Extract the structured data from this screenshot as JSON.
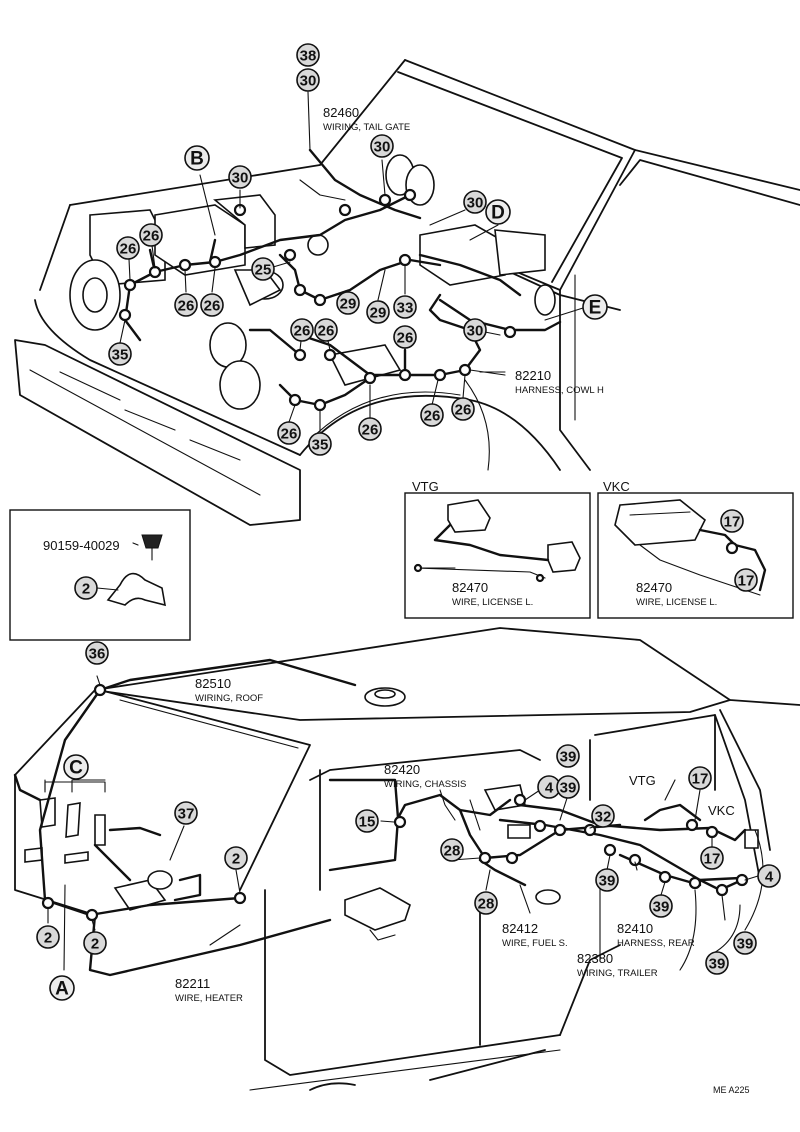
{
  "callouts": [
    {
      "n": "38"
    },
    {
      "n": "30"
    },
    {
      "n": "30"
    },
    {
      "n": "30"
    },
    {
      "n": "30"
    },
    {
      "n": "30"
    },
    {
      "n": "26"
    },
    {
      "n": "26"
    },
    {
      "n": "26"
    },
    {
      "n": "26"
    },
    {
      "n": "25"
    },
    {
      "n": "29"
    },
    {
      "n": "29"
    },
    {
      "n": "33"
    },
    {
      "n": "26"
    },
    {
      "n": "26"
    },
    {
      "n": "26"
    },
    {
      "n": "35"
    },
    {
      "n": "26"
    },
    {
      "n": "35"
    },
    {
      "n": "26"
    },
    {
      "n": "26"
    },
    {
      "n": "26"
    },
    {
      "n": "17"
    },
    {
      "n": "17"
    },
    {
      "n": "2"
    },
    {
      "n": "36"
    },
    {
      "n": "37"
    },
    {
      "n": "2"
    },
    {
      "n": "2"
    },
    {
      "n": "2"
    },
    {
      "n": "15"
    },
    {
      "n": "4"
    },
    {
      "n": "39"
    },
    {
      "n": "39"
    },
    {
      "n": "28"
    },
    {
      "n": "32"
    },
    {
      "n": "17"
    },
    {
      "n": "17"
    },
    {
      "n": "39"
    },
    {
      "n": "39"
    },
    {
      "n": "4"
    },
    {
      "n": "28"
    },
    {
      "n": "39"
    },
    {
      "n": "39"
    }
  ],
  "letters": [
    "B",
    "D",
    "E",
    "C",
    "A"
  ],
  "parts": [
    {
      "number": "82460",
      "desc": "WIRING, TAIL GATE"
    },
    {
      "number": "82210",
      "desc": "HARNESS, COWL H"
    },
    {
      "number": "82470",
      "desc": "WIRE, LICENSE L."
    },
    {
      "number": "82470",
      "desc": "WIRE, LICENSE L."
    },
    {
      "number": "82510",
      "desc": "WIRING, ROOF"
    },
    {
      "number": "82420",
      "desc": "WIRING, CHASSIS"
    },
    {
      "number": "82412",
      "desc": "WIRE, FUEL S."
    },
    {
      "number": "82410",
      "desc": "HARNESS, REAR"
    },
    {
      "number": "82380",
      "desc": "WIRING, TRAILER"
    },
    {
      "number": "82211",
      "desc": "WIRE, HEATER"
    }
  ],
  "bolt_part": "90159-40029",
  "boxes": {
    "vtg": "VTG",
    "vkc": "VKC"
  },
  "rear_labels": {
    "vtg": "VTG",
    "vkc": "VKC"
  },
  "code": "ME  A225"
}
